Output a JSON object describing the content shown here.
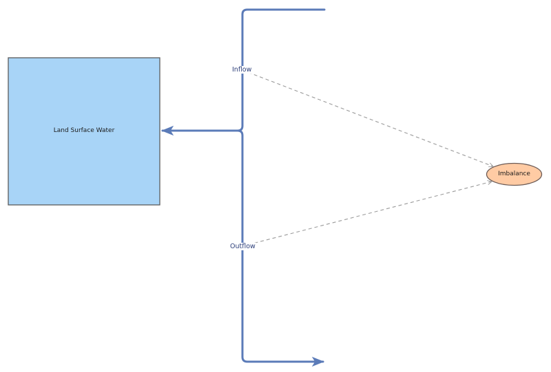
{
  "diagram": {
    "nodes": {
      "land_surface_water": {
        "label": "Land Surface Water",
        "fill": "#a8d4f7",
        "stroke": "#5a5a5a"
      },
      "imbalance": {
        "label": "Imbalance",
        "fill": "#ffcba4",
        "stroke": "#6b5a55"
      }
    },
    "flows": {
      "inflow": {
        "label": "Inflow"
      },
      "outflow": {
        "label": "Outflow"
      }
    },
    "colors": {
      "flow_line": "#5b7bb8",
      "dashed_link": "#9a9a9a",
      "label_text": "#2d3f7a"
    }
  }
}
